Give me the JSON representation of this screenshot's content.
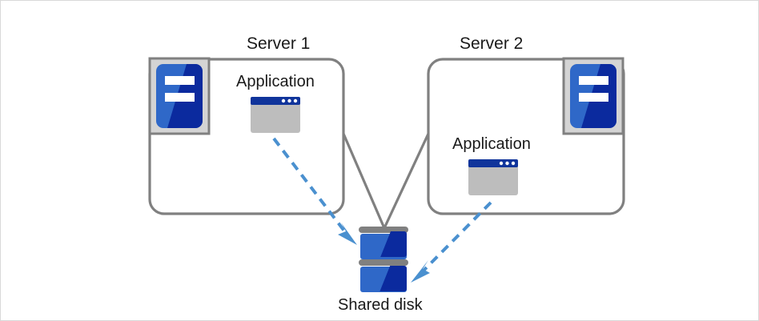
{
  "diagram": {
    "title_visible": false,
    "nodes": {
      "server1": {
        "label": "Server 1",
        "app_label": "Application",
        "icon_name": "server-icon",
        "app_icon_name": "application-window-icon"
      },
      "server2": {
        "label": "Server 2",
        "app_label": "Application",
        "icon_name": "server-icon",
        "app_icon_name": "application-window-icon"
      },
      "shared_disk": {
        "label": "Shared disk",
        "icon_name": "disk-stack-icon",
        "platter_count": 2
      }
    },
    "connections": [
      {
        "name": "server1-to-disk-link",
        "style": "solid",
        "color": "#808080",
        "from": "server1",
        "to": "shared_disk",
        "arrow": false
      },
      {
        "name": "server2-to-disk-link",
        "style": "solid",
        "color": "#808080",
        "from": "server2",
        "to": "shared_disk",
        "arrow": false
      },
      {
        "name": "server1-app-to-disk-access",
        "style": "dashed",
        "color": "#4a90cf",
        "from": "server1.app",
        "to": "shared_disk",
        "arrow": true
      },
      {
        "name": "server2-app-to-disk-access",
        "style": "dashed",
        "color": "#4a90cf",
        "from": "server2.app",
        "to": "shared_disk",
        "arrow": true
      }
    ],
    "colors": {
      "box_border": "#808080",
      "server_icon_frame": "#d4d4d4",
      "server_icon_frame_border": "#808080",
      "blue_light": "#2f68c8",
      "blue_dark": "#0b2a9e",
      "app_titlebar": "#10349b",
      "app_body": "#bdbdbd",
      "disk_bar": "#808080",
      "dashed_arrow": "#4a90cf",
      "page_border": "#d9d9d9",
      "text": "#1a1a1a"
    }
  }
}
